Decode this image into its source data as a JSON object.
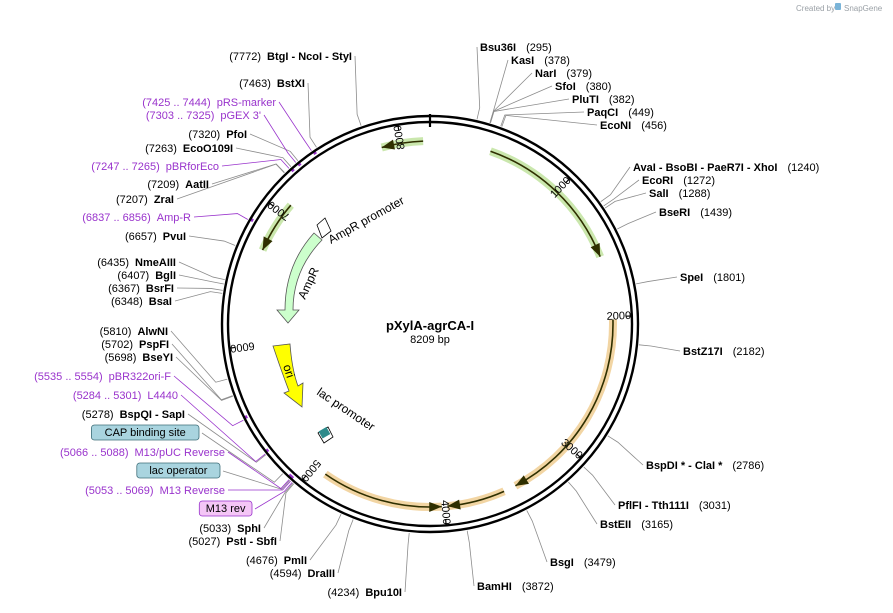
{
  "credit": {
    "prefix": "Created by",
    "brand": "SnapGene"
  },
  "plasmid": {
    "name": "pXylA-agrCA-I",
    "size": "8209 bp",
    "length": 8209
  },
  "tick_labels": [
    "1000",
    "2000",
    "3000",
    "4000",
    "5000",
    "6000",
    "7000",
    "8000"
  ],
  "ring_colors": {
    "outer": "#000000",
    "orange": "#e8b257",
    "green": "#9fd46a",
    "gray": "#b8b8b8"
  },
  "features": [
    {
      "label": "AmpR promoter",
      "color": "#ffffff"
    },
    {
      "label": "AmpR",
      "color": "#ccffcc"
    },
    {
      "label": "ori",
      "color": "#ffff00"
    },
    {
      "label": "lac promoter",
      "color": "#ffffff"
    }
  ],
  "sites": [
    {
      "pos": 295,
      "name": "Bsu36I",
      "pos_label": "(295)",
      "color": "black"
    },
    {
      "pos": 378,
      "name": "KasI",
      "pos_label": "(378)",
      "color": "black"
    },
    {
      "pos": 379,
      "name": "NarI",
      "pos_label": "(379)",
      "color": "black"
    },
    {
      "pos": 380,
      "name": "SfoI",
      "pos_label": "(380)",
      "color": "black"
    },
    {
      "pos": 382,
      "name": "PluTI",
      "pos_label": "(382)",
      "color": "black"
    },
    {
      "pos": 449,
      "name": "PaqCI",
      "pos_label": "(449)",
      "color": "black"
    },
    {
      "pos": 456,
      "name": "EcoNI",
      "pos_label": "(456)",
      "color": "black"
    },
    {
      "pos": 1240,
      "name": "AvaI  - BsoBI  - PaeR7I  - XhoI",
      "pos_label": "(1240)",
      "color": "black"
    },
    {
      "pos": 1272,
      "name": "EcoRI",
      "pos_label": "(1272)",
      "color": "black"
    },
    {
      "pos": 1288,
      "name": "SalI",
      "pos_label": "(1288)",
      "color": "black"
    },
    {
      "pos": 1439,
      "name": "BseRI",
      "pos_label": "(1439)",
      "color": "black"
    },
    {
      "pos": 1801,
      "name": "SpeI",
      "pos_label": "(1801)",
      "color": "black"
    },
    {
      "pos": 2182,
      "name": "BstZ17I",
      "pos_label": "(2182)",
      "color": "black"
    },
    {
      "pos": 2786,
      "name": "BspDI *  - ClaI *",
      "pos_label": "(2786)",
      "color": "black"
    },
    {
      "pos": 3031,
      "name": "PflFI  - Tth111I",
      "pos_label": "(3031)",
      "color": "black"
    },
    {
      "pos": 3165,
      "name": "BstEII",
      "pos_label": "(3165)",
      "color": "black"
    },
    {
      "pos": 3479,
      "name": "BsgI",
      "pos_label": "(3479)",
      "color": "black"
    },
    {
      "pos": 3872,
      "name": "BamHI",
      "pos_label": "(3872)",
      "color": "black"
    },
    {
      "pos": 4234,
      "name": "Bpu10I",
      "pos_label": "(4234)",
      "color": "black"
    },
    {
      "pos": 4594,
      "name": "DraIII",
      "pos_label": "(4594)",
      "color": "black"
    },
    {
      "pos": 4676,
      "name": "PmlI",
      "pos_label": "(4676)",
      "color": "black"
    },
    {
      "pos": 5027,
      "name": "PstI  - SbfI",
      "pos_label": "(5027)",
      "color": "black"
    },
    {
      "pos": 5033,
      "name": "SphI",
      "pos_label": "(5033)",
      "color": "black"
    },
    {
      "pos": 5040,
      "name": "M13 rev",
      "pos_label": "",
      "color": "box-purple"
    },
    {
      "pos": 5053,
      "name": "M13 Reverse",
      "pos_label": "(5053 .. 5069)",
      "color": "purple"
    },
    {
      "pos": 5060,
      "name": "lac operator",
      "pos_label": "",
      "color": "box-teal"
    },
    {
      "pos": 5066,
      "name": "M13/pUC Reverse",
      "pos_label": "(5066 .. 5088)",
      "color": "purple"
    },
    {
      "pos": 5120,
      "name": "CAP binding site",
      "pos_label": "",
      "color": "box-teal"
    },
    {
      "pos": 5278,
      "name": "BspQI  - SapI",
      "pos_label": "(5278)",
      "color": "black"
    },
    {
      "pos": 5284,
      "name": "L4440",
      "pos_label": "(5284 .. 5301)",
      "color": "purple"
    },
    {
      "pos": 5535,
      "name": "pBR322ori-F",
      "pos_label": "(5535 .. 5554)",
      "color": "purple"
    },
    {
      "pos": 5698,
      "name": "BseYI",
      "pos_label": "(5698)",
      "color": "black"
    },
    {
      "pos": 5702,
      "name": "PspFI",
      "pos_label": "(5702)",
      "color": "black"
    },
    {
      "pos": 5810,
      "name": "AlwNI",
      "pos_label": "(5810)",
      "color": "black"
    },
    {
      "pos": 6348,
      "name": "BsaI",
      "pos_label": "(6348)",
      "color": "black"
    },
    {
      "pos": 6367,
      "name": "BsrFI",
      "pos_label": "(6367)",
      "color": "black"
    },
    {
      "pos": 6407,
      "name": "BglI",
      "pos_label": "(6407)",
      "color": "black"
    },
    {
      "pos": 6435,
      "name": "NmeAIII",
      "pos_label": "(6435)",
      "color": "black"
    },
    {
      "pos": 6657,
      "name": "PvuI",
      "pos_label": "(6657)",
      "color": "black"
    },
    {
      "pos": 6837,
      "name": "Amp-R",
      "pos_label": "(6837 .. 6856)",
      "color": "purple"
    },
    {
      "pos": 7207,
      "name": "ZraI",
      "pos_label": "(7207)",
      "color": "black"
    },
    {
      "pos": 7209,
      "name": "AatII",
      "pos_label": "(7209)",
      "color": "black"
    },
    {
      "pos": 7247,
      "name": "pBRforEco",
      "pos_label": "(7247 .. 7265)",
      "color": "purple"
    },
    {
      "pos": 7263,
      "name": "EcoO109I",
      "pos_label": "(7263)",
      "color": "black"
    },
    {
      "pos": 7320,
      "name": "PfoI",
      "pos_label": "(7320)",
      "color": "black"
    },
    {
      "pos": 7303,
      "name": "pGEX 3'",
      "pos_label": "(7303 .. 7325)",
      "color": "purple"
    },
    {
      "pos": 7425,
      "name": "pRS-marker",
      "pos_label": "(7425 .. 7444)",
      "color": "purple"
    },
    {
      "pos": 7463,
      "name": "BstXI",
      "pos_label": "(7463)",
      "color": "black"
    },
    {
      "pos": 7772,
      "name": "BtgI  - NcoI  - StyI",
      "pos_label": "(7772)",
      "color": "black"
    }
  ]
}
